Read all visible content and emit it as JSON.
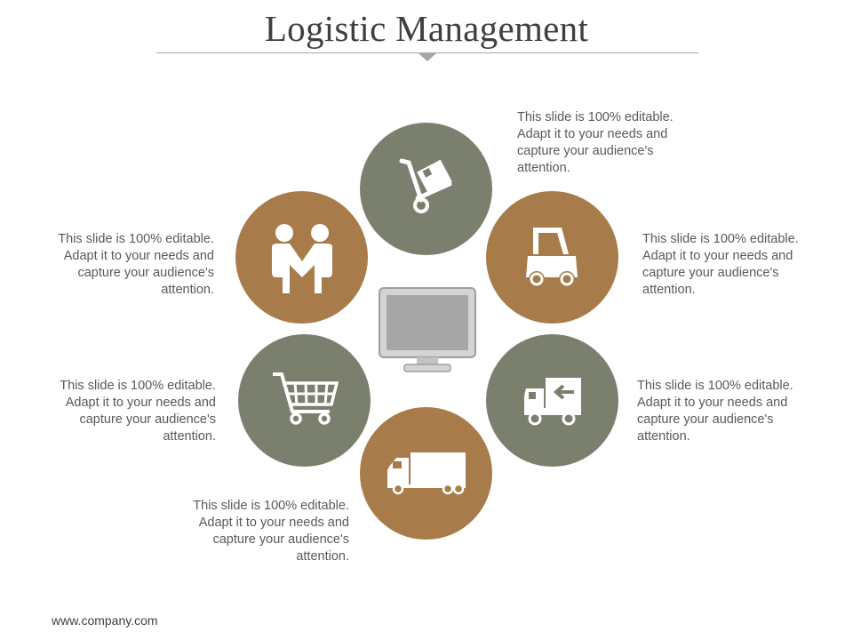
{
  "slide": {
    "title": "Logistic Management",
    "footer": "www.company.com"
  },
  "colors": {
    "gray": "#7b7f6e",
    "brown": "#a87b4a",
    "text": "#595959"
  },
  "items": [
    {
      "icon": "hand-truck-icon",
      "color": "gray",
      "text": "This slide is 100% editable. Adapt it to your needs and capture your audience's attention."
    },
    {
      "icon": "forklift-icon",
      "color": "brown",
      "text": "This slide is 100% editable. Adapt it to your needs and capture your audience's attention."
    },
    {
      "icon": "delivery-truck-icon",
      "color": "gray",
      "text": "This slide is 100% editable. Adapt it to your needs and capture your audience's attention."
    },
    {
      "icon": "truck-icon",
      "color": "brown",
      "text": "This slide is 100% editable. Adapt it to your needs and capture your audience's attention."
    },
    {
      "icon": "shopping-cart-icon",
      "color": "gray",
      "text": "This slide is 100% editable. Adapt it to your needs and capture your audience's attention."
    },
    {
      "icon": "handshake-icon",
      "color": "brown",
      "text": "This slide is 100% editable. Adapt it to your needs and capture your audience's attention."
    }
  ],
  "center_icon": "monitor-icon"
}
